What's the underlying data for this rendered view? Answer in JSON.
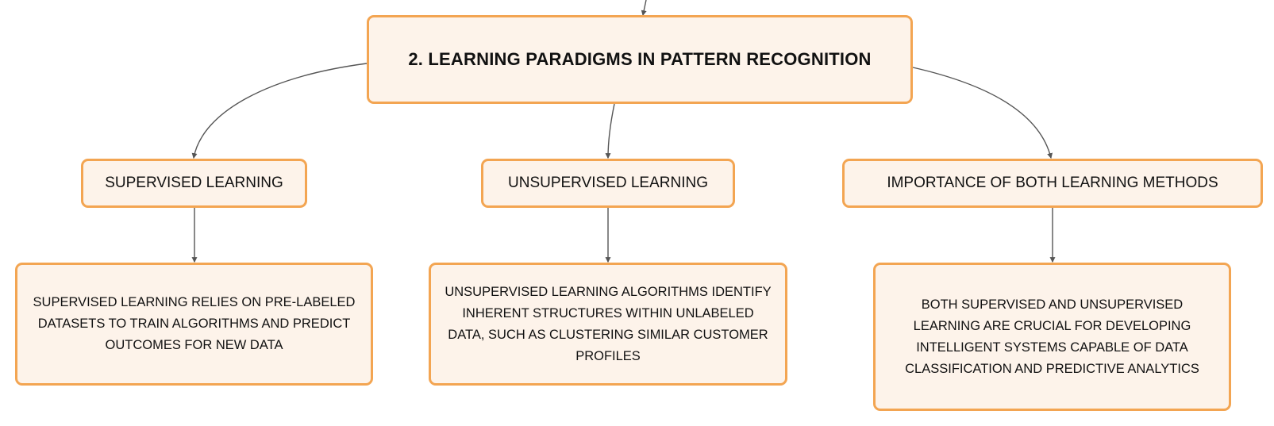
{
  "colors": {
    "node_fill": "#fdf3ea",
    "node_border": "#f3a552",
    "connector": "#555555",
    "text": "#111111"
  },
  "root": {
    "title": "2. LEARNING PARADIGMS IN PATTERN RECOGNITION"
  },
  "branches": [
    {
      "label": "SUPERVISED LEARNING",
      "detail": "SUPERVISED LEARNING RELIES ON PRE-LABELED DATASETS TO TRAIN ALGORITHMS AND PREDICT OUTCOMES FOR NEW DATA"
    },
    {
      "label": "UNSUPERVISED LEARNING",
      "detail": "UNSUPERVISED LEARNING ALGORITHMS IDENTIFY INHERENT STRUCTURES WITHIN UNLABELED DATA, SUCH AS CLUSTERING SIMILAR CUSTOMER PROFILES"
    },
    {
      "label": "IMPORTANCE OF BOTH LEARNING METHODS",
      "detail": "BOTH SUPERVISED AND UNSUPERVISED LEARNING ARE CRUCIAL FOR DEVELOPING INTELLIGENT SYSTEMS CAPABLE OF DATA CLASSIFICATION AND PREDICTIVE ANALYTICS"
    }
  ]
}
